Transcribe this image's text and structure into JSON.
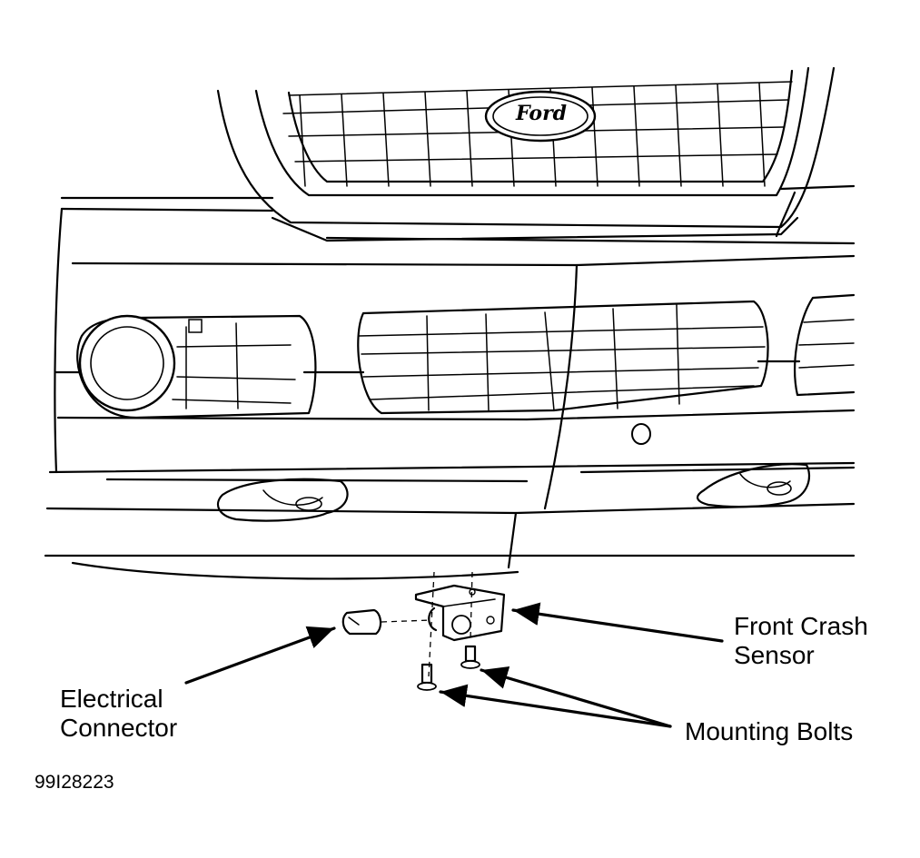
{
  "labels": {
    "front_crash_sensor": [
      "Front Crash",
      "Sensor"
    ],
    "electrical_connector": [
      "Electrical",
      "Connector"
    ],
    "mounting_bolts": "Mounting Bolts"
  },
  "badges": {
    "logo_text": "Ford"
  },
  "figure_id": "99I28223"
}
